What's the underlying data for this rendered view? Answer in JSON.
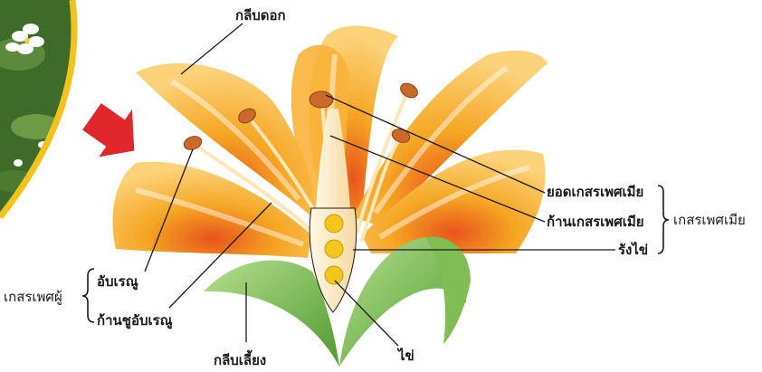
{
  "labels": {
    "petal": "กลีบดอก",
    "stigma": "ยอดเกสรเพศเมีย",
    "style": "ก้านเกสรเพศเมีย",
    "ovary": "รังไข่",
    "pistil_group": "เกสรเพศเมีย",
    "anther": "อับเรณู",
    "filament": "ก้านชูอับเรณู",
    "stamen_group": "เกสรเพศผู้",
    "sepal": "กลีบเลี้ยง",
    "ovule": "ไข่"
  },
  "colors": {
    "petal_light": "#fbc04a",
    "petal_mid": "#f5a623",
    "petal_dark": "#e8531c",
    "sepal_green": "#5fa83a",
    "sepal_light": "#9fd07a",
    "ovule_yellow": "#f4c51a",
    "arrow_red": "#e0272b",
    "inset_border": "#f2c31d"
  }
}
